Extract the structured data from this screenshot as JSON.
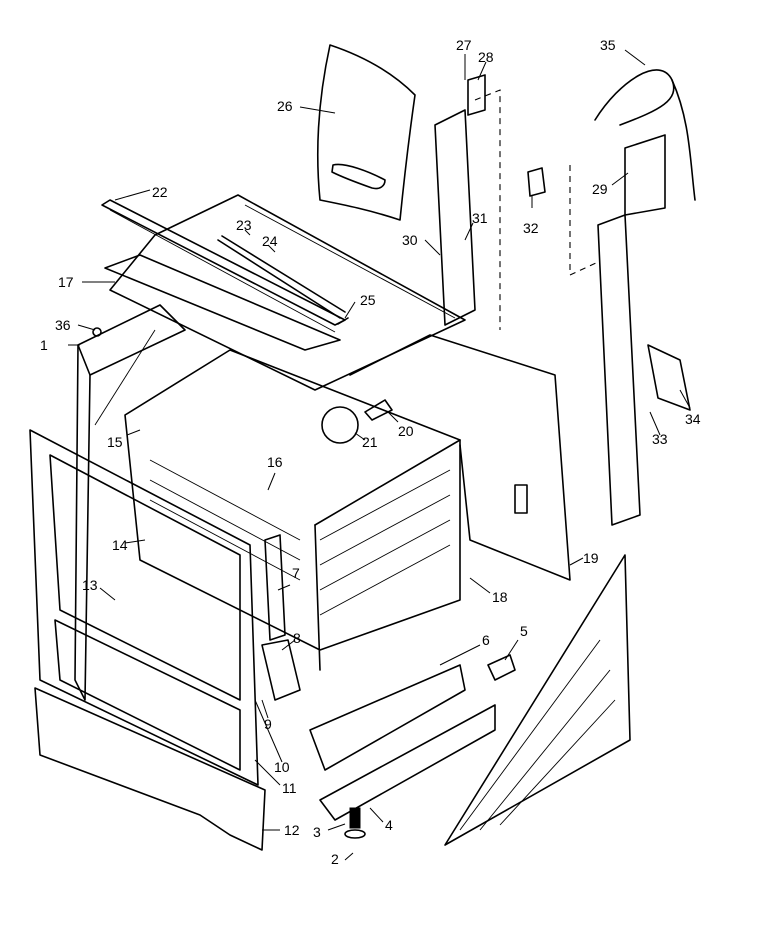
{
  "callouts": [
    {
      "id": "c1",
      "label": "1"
    },
    {
      "id": "c2",
      "label": "2"
    },
    {
      "id": "c3",
      "label": "3"
    },
    {
      "id": "c4",
      "label": "4"
    },
    {
      "id": "c5",
      "label": "5"
    },
    {
      "id": "c6",
      "label": "6"
    },
    {
      "id": "c7",
      "label": "7"
    },
    {
      "id": "c8",
      "label": "8"
    },
    {
      "id": "c9",
      "label": "9"
    },
    {
      "id": "c10",
      "label": "10"
    },
    {
      "id": "c11",
      "label": "11"
    },
    {
      "id": "c12",
      "label": "12"
    },
    {
      "id": "c13",
      "label": "13"
    },
    {
      "id": "c14",
      "label": "14"
    },
    {
      "id": "c15",
      "label": "15"
    },
    {
      "id": "c16",
      "label": "16"
    },
    {
      "id": "c17",
      "label": "17"
    },
    {
      "id": "c18",
      "label": "18"
    },
    {
      "id": "c19",
      "label": "19"
    },
    {
      "id": "c20",
      "label": "20"
    },
    {
      "id": "c21",
      "label": "21"
    },
    {
      "id": "c22",
      "label": "22"
    },
    {
      "id": "c23",
      "label": "23"
    },
    {
      "id": "c24",
      "label": "24"
    },
    {
      "id": "c25",
      "label": "25"
    },
    {
      "id": "c26",
      "label": "26"
    },
    {
      "id": "c27",
      "label": "27"
    },
    {
      "id": "c28",
      "label": "28"
    },
    {
      "id": "c29",
      "label": "29"
    },
    {
      "id": "c30",
      "label": "30"
    },
    {
      "id": "c31",
      "label": "31"
    },
    {
      "id": "c32",
      "label": "32"
    },
    {
      "id": "c33",
      "label": "33"
    },
    {
      "id": "c34",
      "label": "34"
    },
    {
      "id": "c35",
      "label": "35"
    },
    {
      "id": "c36",
      "label": "36"
    }
  ]
}
